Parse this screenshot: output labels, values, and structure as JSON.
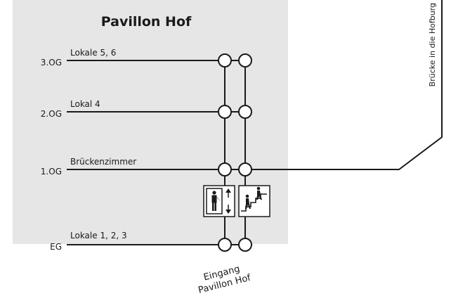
{
  "title": "Pavillon Hof",
  "bridge_label": "Brücke in die Hofburg",
  "entrance": {
    "line1": "Eingang",
    "line2": "Pavillon Hof"
  },
  "floors": [
    {
      "level": "3.OG",
      "rooms": "Lokale 5, 6"
    },
    {
      "level": "2.OG",
      "rooms": "Lokal 4"
    },
    {
      "level": "1.OG",
      "rooms": "Brückenzimmer"
    },
    {
      "level": "EG",
      "rooms": "Lokale 1, 2, 3"
    }
  ],
  "icons": [
    "elevator-icon",
    "stairs-icon"
  ],
  "colors": {
    "panel": "#e6e6e6",
    "line": "#1a1a1a",
    "node_fill": "#ffffff"
  }
}
